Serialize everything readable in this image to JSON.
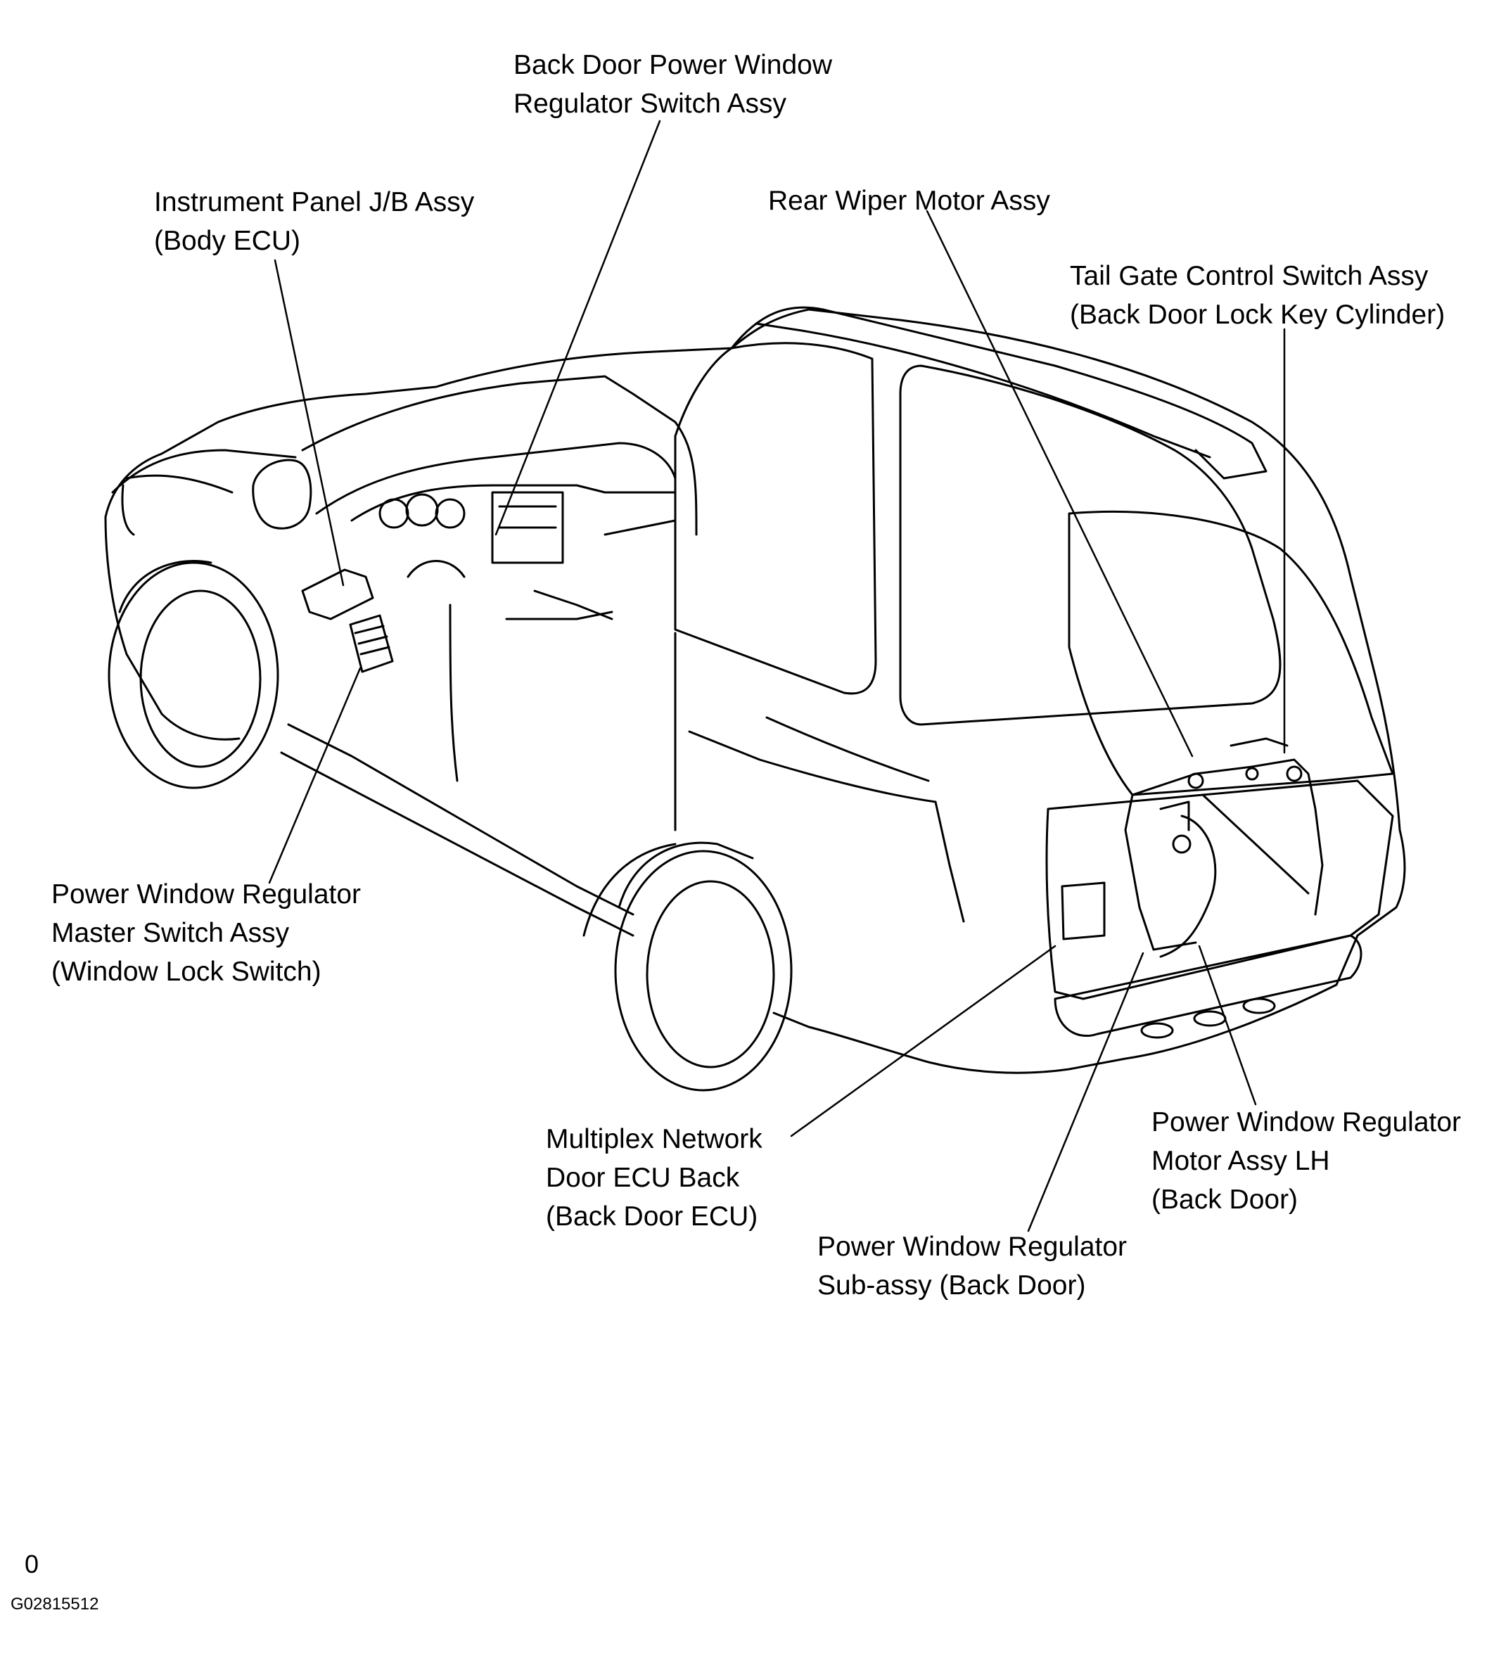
{
  "labels": {
    "back_door_switch": [
      "Back Door Power Window",
      "Regulator Switch Assy"
    ],
    "instrument_panel": [
      "Instrument Panel J/B Assy",
      "(Body ECU)"
    ],
    "rear_wiper": [
      "Rear Wiper Motor Assy"
    ],
    "tail_gate": [
      "Tail Gate Control Switch Assy",
      "(Back Door Lock Key Cylinder)"
    ],
    "master_switch": [
      "Power Window Regulator",
      "Master Switch Assy",
      "(Window Lock Switch)"
    ],
    "multiplex": [
      "Multiplex Network",
      "Door ECU Back",
      "(Back Door ECU)"
    ],
    "regulator_motor": [
      "Power Window Regulator",
      "Motor Assy LH",
      "(Back Door)"
    ],
    "regulator_sub": [
      "Power Window Regulator",
      "Sub-assy  (Back Door)"
    ]
  },
  "footer": {
    "page_mark": "0",
    "figure_code": "G02815512"
  }
}
